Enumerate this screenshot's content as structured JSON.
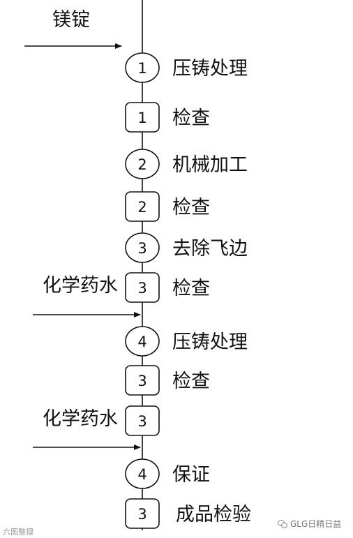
{
  "flow": {
    "inputs": [
      {
        "label": "镁锭"
      },
      {
        "label": "化学药水"
      },
      {
        "label": "化学药水"
      }
    ],
    "steps": [
      {
        "shape": "circle",
        "number": "1",
        "label": "压铸处理"
      },
      {
        "shape": "square",
        "number": "1",
        "label": "检查"
      },
      {
        "shape": "circle",
        "number": "2",
        "label": "机械加工"
      },
      {
        "shape": "square",
        "number": "2",
        "label": "检查"
      },
      {
        "shape": "circle",
        "number": "3",
        "label": "去除飞边"
      },
      {
        "shape": "square",
        "number": "3",
        "label": "检查"
      },
      {
        "shape": "circle",
        "number": "4",
        "label": "压铸处理"
      },
      {
        "shape": "square",
        "number": "3",
        "label": "检查"
      },
      {
        "shape": "square",
        "number": "3",
        "label": ""
      },
      {
        "shape": "circle",
        "number": "4",
        "label": "保证"
      },
      {
        "shape": "square",
        "number": "3",
        "label": "成品检验"
      }
    ]
  },
  "watermarks": {
    "left": "六图整理",
    "right": "GLG日精日益"
  },
  "colors": {
    "stroke": "#111111",
    "text": "#111111"
  }
}
